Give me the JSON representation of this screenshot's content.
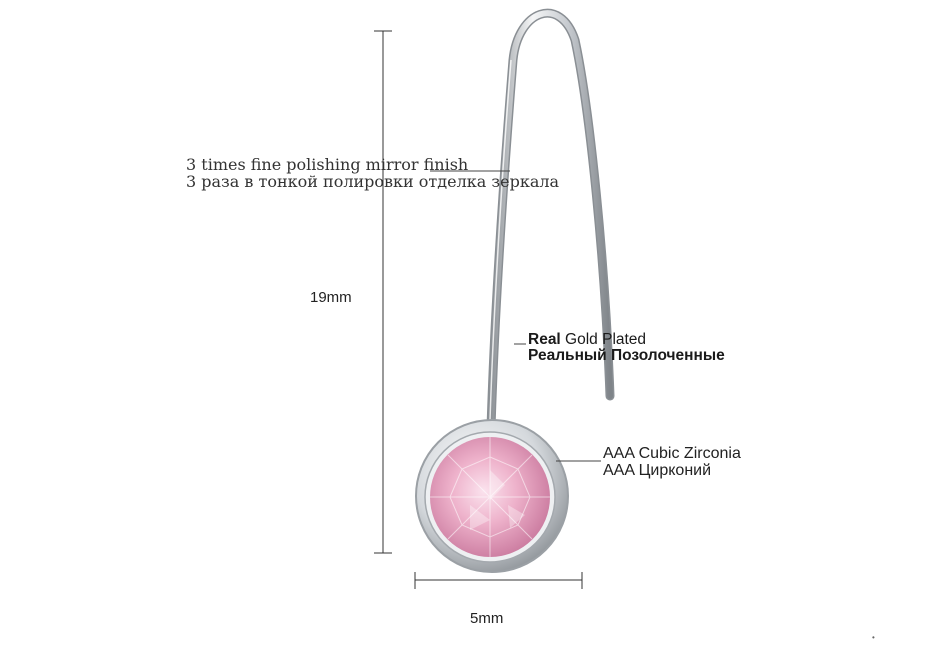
{
  "annotations": {
    "polish": {
      "line1": "3 times fine polishing mirror finish",
      "line2": "3 раза в тонкой полировки отделка зеркала"
    },
    "gold": {
      "line1_bold": "Real",
      "line1_rest": " Gold Plated",
      "line2": "Реальный Позолоченные"
    },
    "zirconia": {
      "line1": "AAA Cubic Zirconia",
      "line2": "AAA Цирконий"
    }
  },
  "dimensions": {
    "height": "19mm",
    "width": "5mm"
  },
  "colors": {
    "metal": "#c9cdd2",
    "gem": "#e8a9c4",
    "text": "#222222"
  }
}
